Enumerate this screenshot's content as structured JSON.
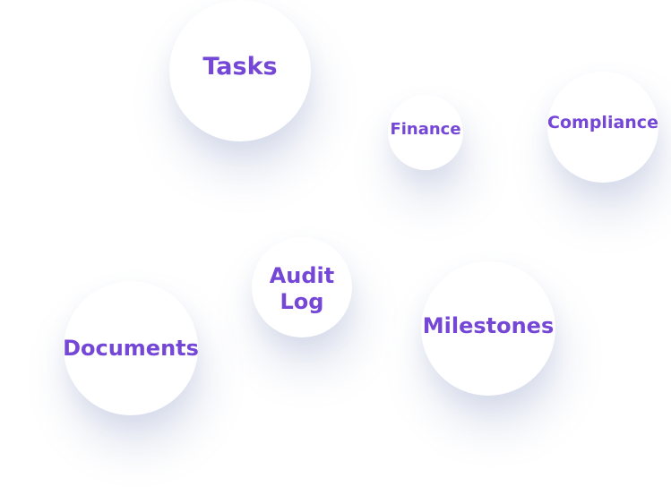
{
  "bubbles": {
    "tasks": {
      "label": "Tasks"
    },
    "finance": {
      "label": "Finance"
    },
    "compliance": {
      "label": "Compliance"
    },
    "audit_log": {
      "label": "Audit Log"
    },
    "documents": {
      "label": "Documents"
    },
    "milestones": {
      "label": "Milestones"
    }
  },
  "colors": {
    "label": "#7547d6",
    "bubble": "#ffffff",
    "background": "#ffffff"
  }
}
